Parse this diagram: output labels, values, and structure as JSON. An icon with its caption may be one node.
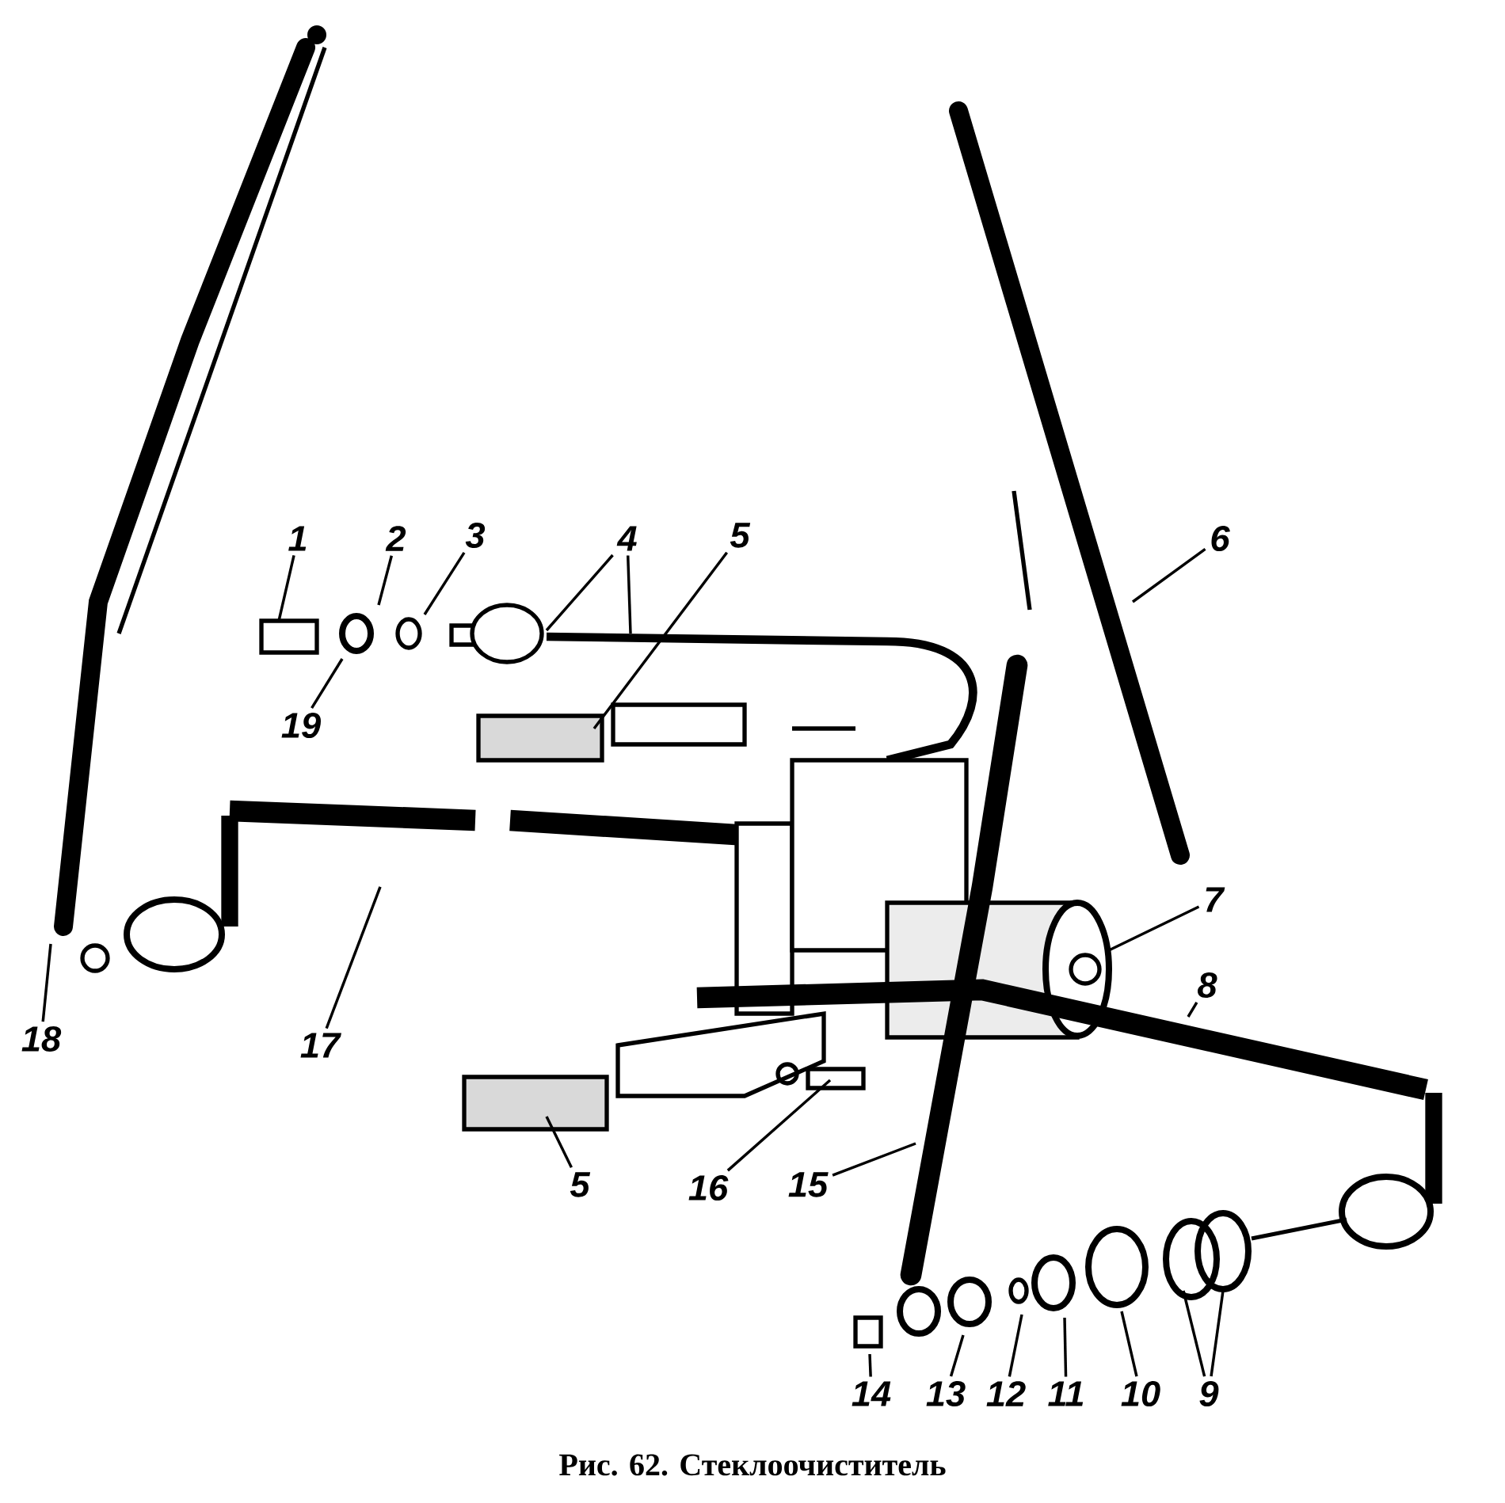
{
  "diagram": {
    "caption": "Рис. 62. Стеклоочиститель",
    "nodes": [
      {
        "text": [
          "1"
        ]
      },
      {
        "text": [
          "2"
        ]
      },
      {
        "text": [
          "3"
        ]
      },
      {
        "text": [
          "4"
        ]
      },
      {
        "text": [
          "5"
        ]
      },
      {
        "text": [
          "6"
        ]
      },
      {
        "text": [
          "19"
        ]
      },
      {
        "text": [
          "7"
        ]
      },
      {
        "text": [
          "8"
        ]
      },
      {
        "text": [
          "18"
        ]
      },
      {
        "text": [
          "17"
        ]
      },
      {
        "text": [
          "5"
        ]
      },
      {
        "text": [
          "16"
        ]
      },
      {
        "text": [
          "15"
        ]
      },
      {
        "text": [
          "14"
        ]
      },
      {
        "text": [
          "13"
        ]
      },
      {
        "text": [
          "12"
        ]
      },
      {
        "text": [
          "11"
        ]
      },
      {
        "text": [
          "10"
        ]
      },
      {
        "text": [
          "9"
        ]
      }
    ],
    "edges": [
      {
        "from": 0,
        "to": null,
        "arrow": "none"
      },
      {
        "from": 1,
        "to": null,
        "arrow": "none"
      },
      {
        "from": 2,
        "to": null,
        "arrow": "none"
      },
      {
        "from": 3,
        "to": null,
        "arrow": "none"
      },
      {
        "from": 3,
        "to": null,
        "arrow": "none"
      },
      {
        "from": 4,
        "to": null,
        "arrow": "none"
      },
      {
        "from": 5,
        "to": null,
        "arrow": "none"
      },
      {
        "from": 6,
        "to": null,
        "arrow": "none"
      },
      {
        "from": 7,
        "to": null,
        "arrow": "none"
      },
      {
        "from": 8,
        "to": null,
        "arrow": "none"
      },
      {
        "from": 9,
        "to": null,
        "arrow": "none"
      },
      {
        "from": 10,
        "to": null,
        "arrow": "none"
      },
      {
        "from": 11,
        "to": null,
        "arrow": "none"
      },
      {
        "from": 12,
        "to": null,
        "arrow": "none"
      },
      {
        "from": 13,
        "to": null,
        "arrow": "none"
      },
      {
        "from": 14,
        "to": null,
        "arrow": "none"
      },
      {
        "from": 15,
        "to": null,
        "arrow": "none"
      },
      {
        "from": 16,
        "to": null,
        "arrow": "none"
      },
      {
        "from": 17,
        "to": null,
        "arrow": "none"
      },
      {
        "from": 18,
        "to": null,
        "arrow": "none"
      },
      {
        "from": 19,
        "to": null,
        "arrow": "none"
      },
      {
        "from": 19,
        "to": null,
        "arrow": "none"
      }
    ]
  }
}
